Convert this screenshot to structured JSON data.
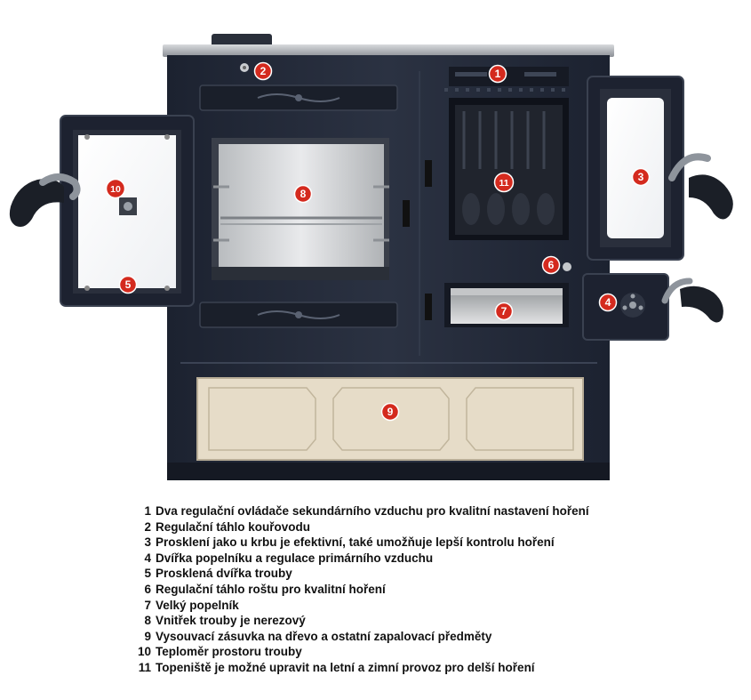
{
  "accent_color": "#d42a1e",
  "badges": [
    {
      "number": "1"
    },
    {
      "number": "2"
    },
    {
      "number": "3"
    },
    {
      "number": "4"
    },
    {
      "number": "5"
    },
    {
      "number": "6"
    },
    {
      "number": "7"
    },
    {
      "number": "8"
    },
    {
      "number": "9"
    },
    {
      "number": "10"
    },
    {
      "number": "11"
    }
  ],
  "legend": [
    {
      "number": "1",
      "text": "Dva regulační ovládače sekundárního vzduchu pro kvalitní nastavení hoření"
    },
    {
      "number": "2",
      "text": "Regulační táhlo kouřovodu"
    },
    {
      "number": "3",
      "text": "Prosklení jako u krbu je efektivní, také umožňuje lepší kontrolu hoření"
    },
    {
      "number": "4",
      "text": "Dvířka popelníku a regulace primárního vzduchu"
    },
    {
      "number": "5",
      "text": "Prosklená dvířka trouby"
    },
    {
      "number": "6",
      "text": "Regulační táhlo roštu pro kvalitní hoření"
    },
    {
      "number": "7",
      "text": "Velký popelník"
    },
    {
      "number": "8",
      "text": "Vnitřek trouby je nerezový"
    },
    {
      "number": "9",
      "text": "Vysouvací zásuvka na dřevo a ostatní zapalovací předměty"
    },
    {
      "number": "10",
      "text": "Teploměr prostoru trouby"
    },
    {
      "number": "11",
      "text": "Topeniště je možné upravit na letní a zimní provoz pro delší hoření"
    }
  ]
}
